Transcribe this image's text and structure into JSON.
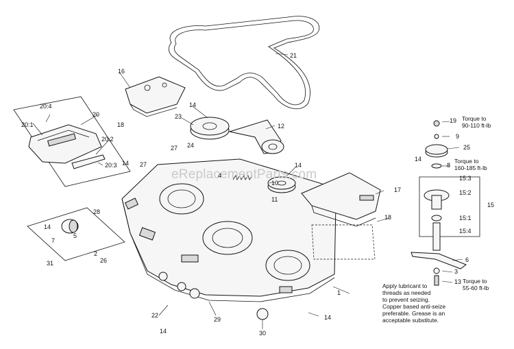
{
  "watermark": "eReplacementParts.com",
  "callouts": {
    "c1": "1",
    "c2": "2",
    "c3": "3",
    "c4": "4",
    "c5": "5",
    "c6": "6",
    "c7": "7",
    "c8": "8",
    "c9": "9",
    "c10": "10",
    "c11": "11",
    "c12": "12",
    "c13": "13",
    "c14a": "14",
    "c14b": "14",
    "c14c": "14",
    "c14d": "14",
    "c14e": "14",
    "c14f": "14",
    "c14g": "14",
    "c15": "15",
    "c15_1": "15:1",
    "c15_2": "15:2",
    "c15_3": "15:3",
    "c15_4": "15:4",
    "c16": "16",
    "c17": "17",
    "c18a": "18",
    "c18b": "18",
    "c19": "19",
    "c20": "20",
    "c20_1": "20:1",
    "c20_2": "20:2",
    "c20_3": "20:3",
    "c20_4": "20:4",
    "c21": "21",
    "c22": "22",
    "c23": "23",
    "c24": "24",
    "c25": "25",
    "c26": "26",
    "c27a": "27",
    "c27b": "27",
    "c28": "28",
    "c29": "29",
    "c30": "30",
    "c31": "31"
  },
  "notes": {
    "torque_19": [
      "Torque to",
      "90-110 ft-lb"
    ],
    "torque_8": [
      "Torque to",
      "160-185 ft-lb"
    ],
    "torque_13": [
      "Torque to",
      "55-60 ft-lb"
    ],
    "lubricant": [
      "Apply lubricant to",
      "threads as needed",
      "to prevent seizing.",
      "Copper based anti-seize",
      "preferable. Grease is an",
      "acceptable substitute."
    ]
  }
}
